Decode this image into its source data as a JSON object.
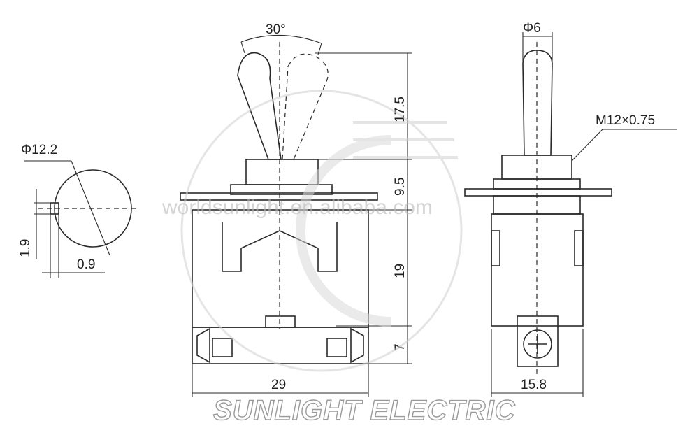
{
  "dimensions": {
    "angle": "30°",
    "lever_diameter": "Φ6",
    "thread": "M12×0.75",
    "round_diameter": "Φ12.2",
    "lever_height": "17.5",
    "bushing_height": "9.5",
    "body_height": "19",
    "terminal_height": "7",
    "body_width": "29",
    "side_width": "15.8",
    "pin_height": "1.9",
    "pin_width": "0.9"
  },
  "watermark": "worldsunlight.en.alibaba.com",
  "brand": "SUNLIGHT ELECTRIC"
}
